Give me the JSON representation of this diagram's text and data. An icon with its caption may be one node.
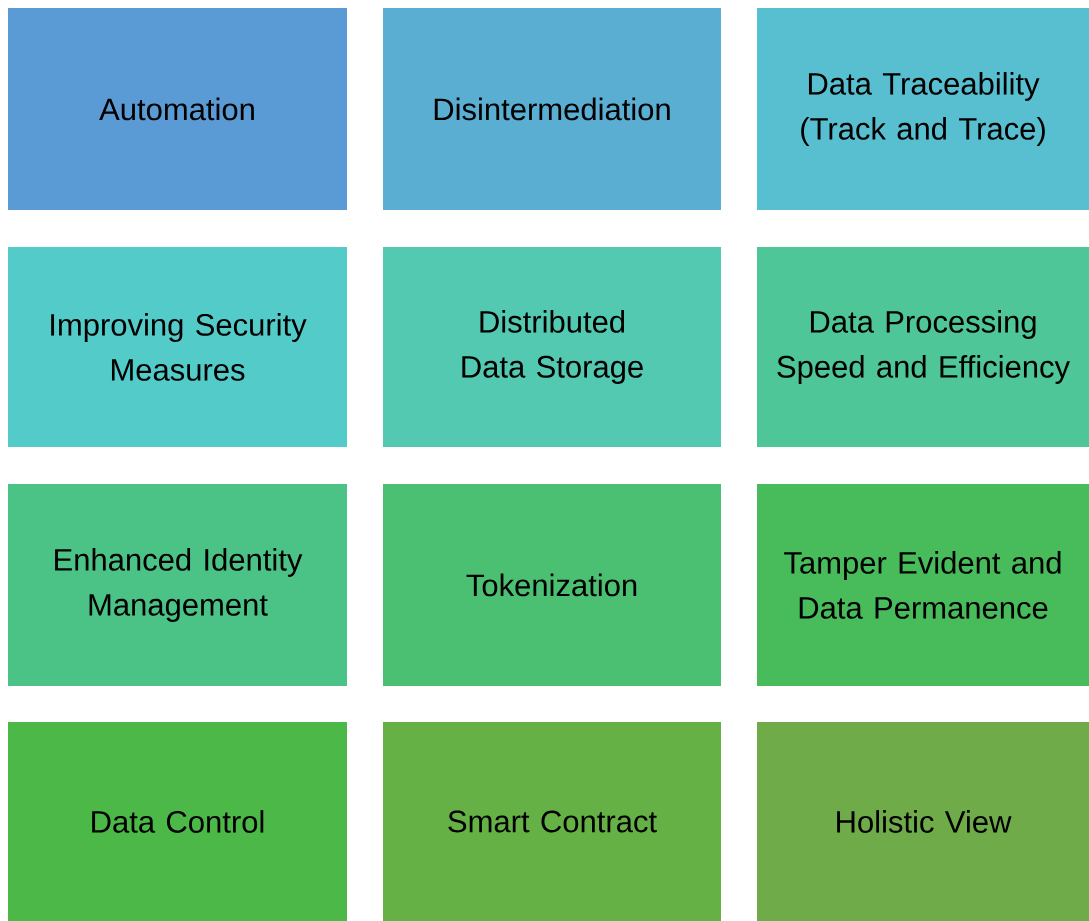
{
  "diagram": {
    "nodes": [
      {
        "text": [
          "Automation"
        ]
      },
      {
        "text": [
          "Disintermediation"
        ]
      },
      {
        "text": [
          "Data Traceability (Track and Trace)"
        ]
      },
      {
        "text": [
          "Improving Security Measures"
        ]
      },
      {
        "text": [
          "Distributed Data Storage"
        ]
      },
      {
        "text": [
          "Data Processing Speed and Efficiency"
        ]
      },
      {
        "text": [
          "Enhanced Identity Management"
        ]
      },
      {
        "text": [
          "Tokenization"
        ]
      },
      {
        "text": [
          "Tamper Evident and Data Permanence"
        ]
      },
      {
        "text": [
          "Data Control"
        ]
      },
      {
        "text": [
          "Smart Contract"
        ]
      },
      {
        "text": [
          "Holistic View"
        ]
      }
    ]
  }
}
